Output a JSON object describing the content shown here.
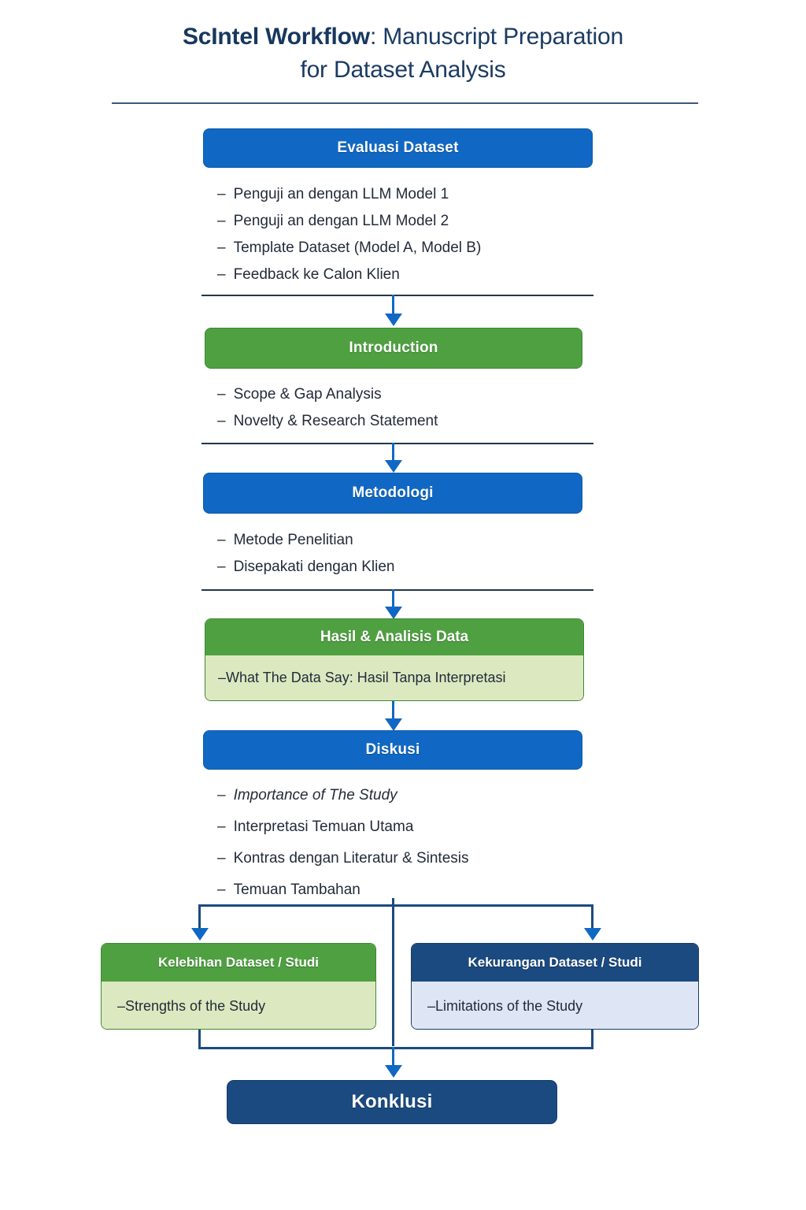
{
  "title": {
    "strong": "ScIntel Workflow",
    "rest": ": Manuscript Preparation",
    "line2": "for Dataset Analysis"
  },
  "colors": {
    "blue": "#1068c4",
    "green": "#4fa041",
    "navy": "#1b4a80",
    "light_green": "#dce9c0",
    "light_blue": "#dee6f5",
    "text": "#232b3a",
    "title": "#1b3b63"
  },
  "sections": [
    {
      "id": "evaluasi-dataset",
      "header": "Evaluasi Dataset",
      "style": "blue",
      "items": [
        "Penguji an dengan LLM Model 1",
        "Penguji an dengan LLM Model 2",
        "Template Dataset (Model A, Model B)",
        "Feedback ke Calon Klien"
      ]
    },
    {
      "id": "introduction",
      "header": "Introduction",
      "style": "green",
      "items": [
        "Scope & Gap Analysis",
        "Novelty & Research Statement"
      ]
    },
    {
      "id": "metodologi",
      "header": "Metodologi",
      "style": "blue",
      "items": [
        "Metode Penelitian",
        "Disepakati dengan Klien"
      ]
    },
    {
      "id": "hasil-analisis-data",
      "header": "Hasil & Analisis Data",
      "style": "green",
      "items": [
        "What The Data Say: Hasil Tanpa Interpretasi"
      ]
    },
    {
      "id": "diskusi",
      "header": "Diskusi",
      "style": "blue",
      "items": [
        "Importance of The Study",
        "Interpretasi Temuan Utama",
        "Kontras dengan Literatur & Sintesis",
        "Temuan Tambahan"
      ]
    }
  ],
  "branches": {
    "left": {
      "header": "Kelebihan Dataset / Studi",
      "item": "Strengths of the Study",
      "style": "green"
    },
    "right": {
      "header": "Kekurangan Dataset / Studi",
      "item": "Limitations of the Study",
      "style": "navy"
    }
  },
  "conclusion": {
    "header": "Konklusi",
    "style": "navy"
  },
  "bullet_dash": "–"
}
